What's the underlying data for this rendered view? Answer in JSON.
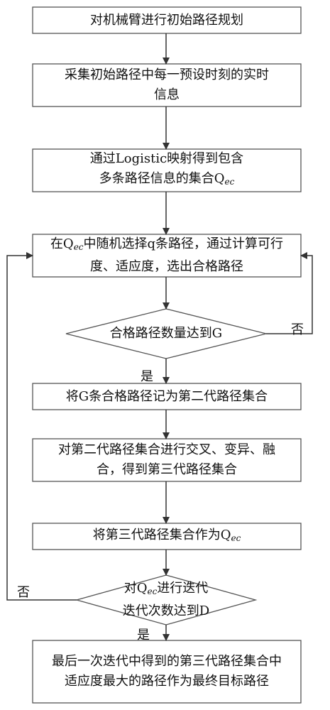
{
  "steps": {
    "s1": "对机械臂进行初始路径规划",
    "s2": "采集初始路径中每一预设时刻的实时信息",
    "s3_pre": "通过Logistic映射得到包含多条路径信息的集合Q",
    "s3_sub": "ec",
    "s4_pre": "在Q",
    "s4_sub": "ec",
    "s4_post": "中随机选择q条路径，通过计算可行度、适应度，选出合格路径",
    "d1": "合格路径数量达到G",
    "s5": "将G条合格路径记为第二代路径集合",
    "s6": "对第二代路径集合进行交叉、变异、融合，得到第三代路径集合",
    "s7_pre": "将第三代路径集合作为Q",
    "s7_sub": "ec",
    "d2_pre": "对Q",
    "d2_sub": "ec",
    "d2_post": "进行迭代迭代次数达到D",
    "s8": "最后一次迭代中得到的第三代路径集合中适应度最大的路径作为最终目标路径"
  },
  "labels": {
    "yes1": "是",
    "no1": "否",
    "yes2": "是",
    "no2": "否"
  }
}
